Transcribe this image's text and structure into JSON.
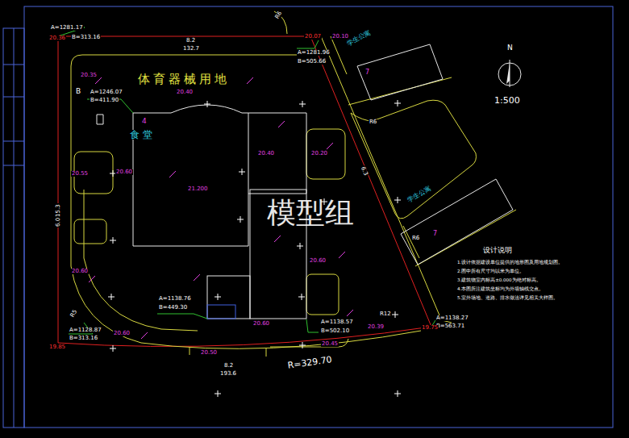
{
  "diagram": {
    "nodes": [
      {
        "text": [
          "7"
        ]
      },
      {
        "text": [
          "7"
        ]
      }
    ],
    "labels": [
      "A=1281.17",
      "B=313.16",
      "20.36",
      "8.2",
      "132.7",
      "20.07",
      "A=1281.96",
      "B=505.66",
      "20.10",
      "学生公寓",
      "体育器械用地",
      "20.35",
      "20.40",
      "B",
      "A=1246.07",
      "B=411.90",
      "4",
      "食堂",
      "20.40",
      "20.20",
      "R6",
      "6.3",
      "20.55",
      "20.60",
      "21.200",
      "学生公寓",
      "6.0",
      "15.3",
      "模型组",
      "R6",
      "N",
      "1:500",
      "设计说明",
      "1.设计依据建设单位提供的地形图及用地规划图。",
      "2.图中所有尺寸均以米为单位。",
      "3.建筑物室内标高±0.000为绝对标高。",
      "4.本图所注建筑坐标均为外墙轴线交点。",
      "5.室外场地、道路、排水做法详见相关大样图。",
      "20.60",
      "20.60",
      "R5",
      "A=1138.76",
      "B=449.30",
      "A=1138.57",
      "B=502.10",
      "R12",
      "A=1138.27",
      "B=563.71",
      "20.39",
      "19.75",
      "A=1128.87",
      "B=313.16",
      "20.60",
      "20.60",
      "19.85",
      "20.45",
      "20.50",
      "8.2",
      "193.6",
      "R=329.70",
      "R6"
    ]
  }
}
